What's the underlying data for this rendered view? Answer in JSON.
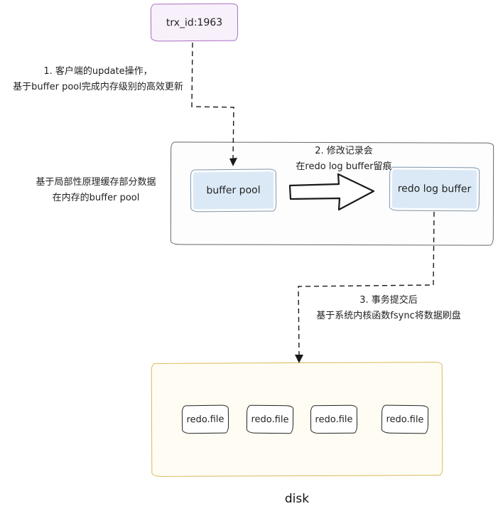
{
  "trx_box": {
    "label": "trx_id:1963"
  },
  "annotations": {
    "step1": {
      "line1": "1. 客户端的update操作，",
      "line2": "基于buffer pool完成内存级别的高效更新"
    },
    "step2": {
      "line1": "2. 修改记录会",
      "line2": "在redo log buffer留痕"
    },
    "memory_note": {
      "line1": "基于局部性原理缓存部分数据",
      "line2": "在内存的buffer pool"
    },
    "step3": {
      "line1": "3. 事务提交后",
      "line2": "基于系统内核函数fsync将数据刷盘"
    }
  },
  "memory": {
    "buffer_pool": "buffer pool",
    "redo_log_buffer": "redo log buffer"
  },
  "disk": {
    "label": "disk",
    "files": [
      "redo.file",
      "redo.file",
      "redo.file",
      "redo.file"
    ]
  },
  "colors": {
    "trx_border": "#a76fc1",
    "trx_fill": "#f8f0fb",
    "buffer_fill": "#dbe9f7",
    "buffer_border": "#8299ad",
    "container_border": "#666666",
    "disk_fill": "#fffdf3",
    "disk_border": "#d8b95a",
    "line_color": "#1a1a1a"
  }
}
